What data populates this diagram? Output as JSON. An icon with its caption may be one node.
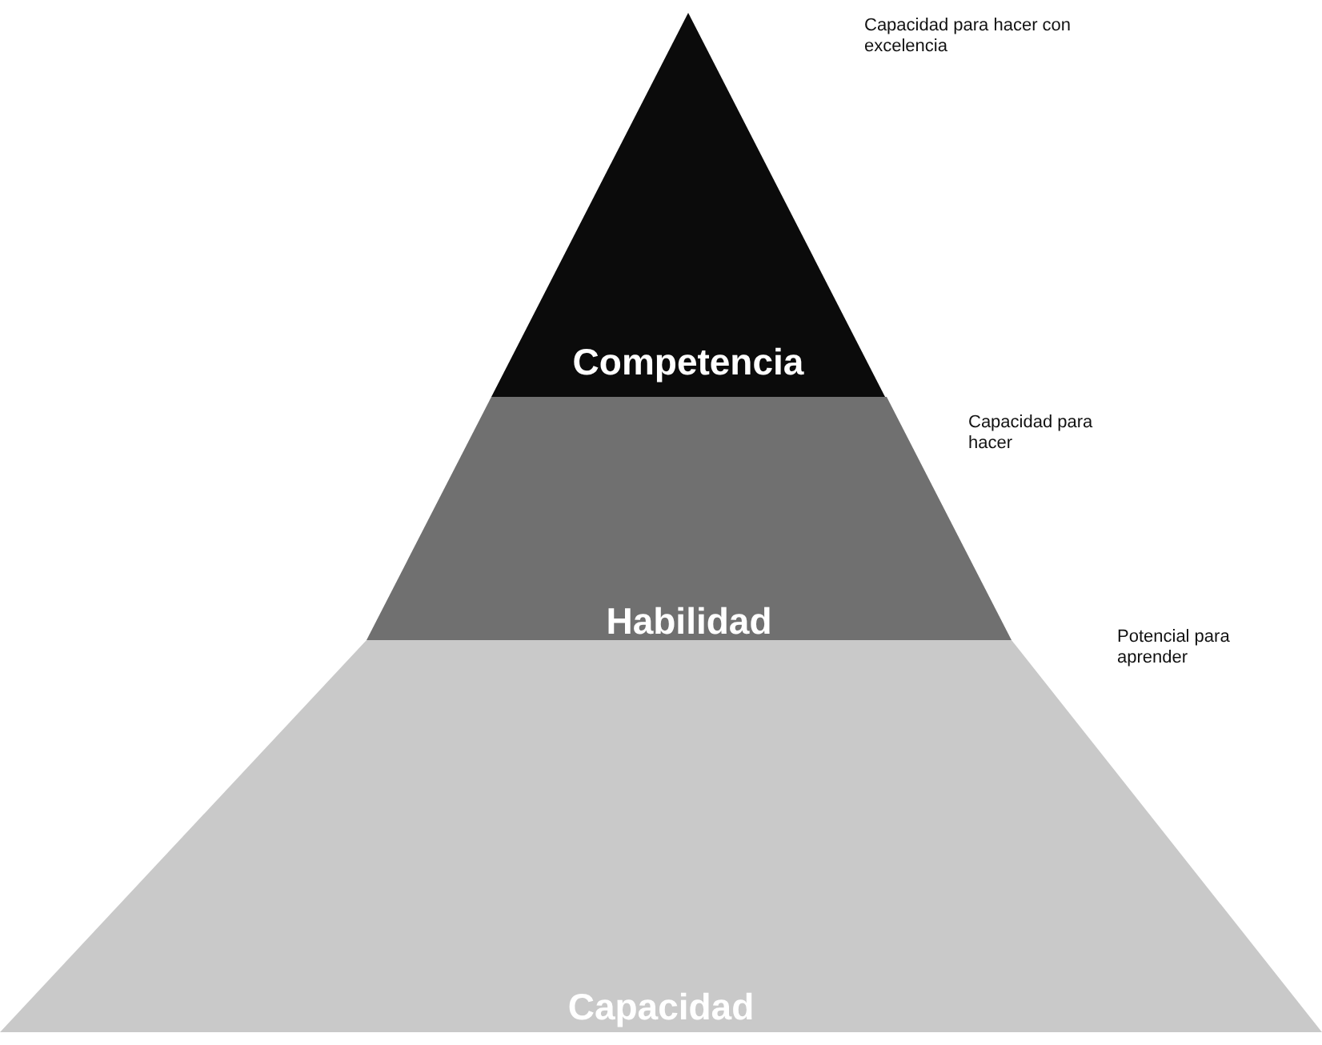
{
  "diagram": {
    "nodes": [
      {
        "text": [
          "Competencia"
        ],
        "beside": [
          "Capacidad para hacer con excelencia"
        ]
      },
      {
        "text": [
          "Habilidad"
        ],
        "beside": [
          "Capacidad para hacer"
        ]
      },
      {
        "text": [
          "Capacidad"
        ],
        "beside": [
          "Potencial para aprender"
        ]
      }
    ]
  }
}
